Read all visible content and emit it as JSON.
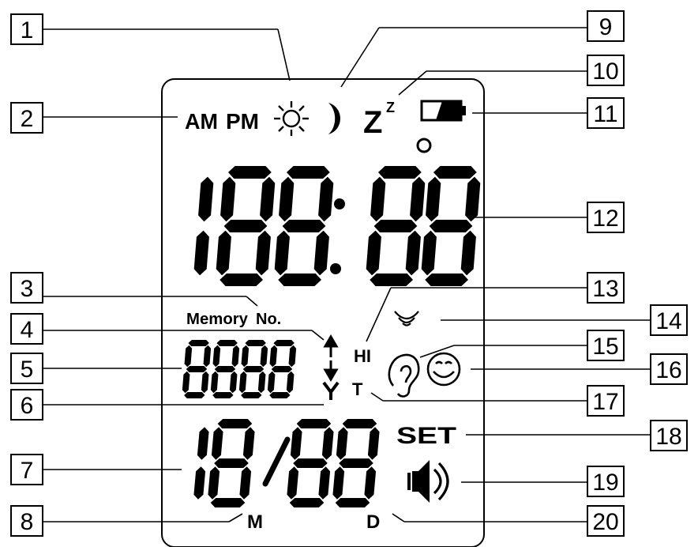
{
  "callouts": [
    "1",
    "2",
    "3",
    "4",
    "5",
    "6",
    "7",
    "8",
    "9",
    "10",
    "11",
    "12",
    "13",
    "14",
    "15",
    "16",
    "17",
    "18",
    "19",
    "20"
  ],
  "lcd": {
    "am": "AM",
    "pm": "PM",
    "z_large": "Z",
    "z_small": "Z",
    "memory": "Memory",
    "no": "No.",
    "hi": "HI",
    "t": "T",
    "set": "SET",
    "month": "M",
    "day": "D",
    "main_digits": "188:88",
    "memory_digits": "8888",
    "date_month": "18",
    "date_day": "88",
    "date_sep": "/"
  },
  "icons": {
    "sun": "sun-icon",
    "moon": "moon-icon",
    "battery": "battery-icon",
    "degree": "degree-icon",
    "arrow_up": "arrow-up-icon",
    "arrow_down": "arrow-down-icon",
    "trend": "trend-y-icon",
    "vibrate": "vibration-waves-icon",
    "ear": "ear-icon",
    "smiley": "smiley-icon",
    "speaker": "speaker-icon"
  }
}
